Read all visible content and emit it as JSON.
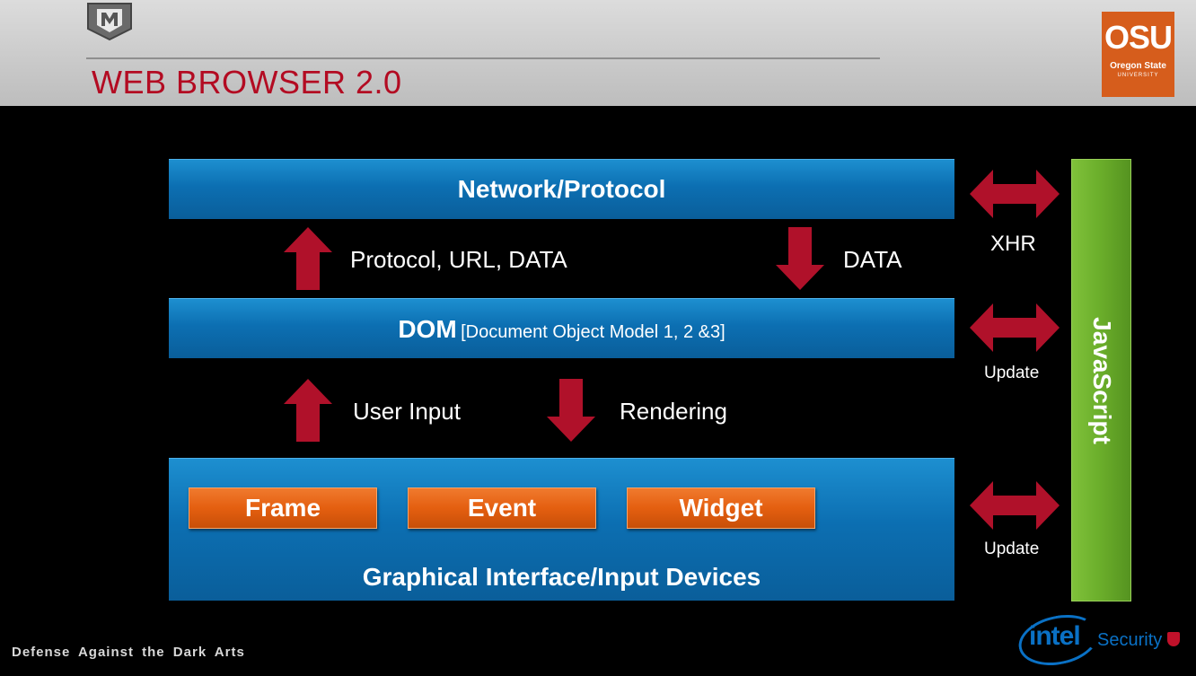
{
  "slide": {
    "title": "WEB BROWSER 2.0",
    "footer": "Defense Against the Dark Arts"
  },
  "logos": {
    "university": {
      "name": "OSU",
      "line1": "Oregon State",
      "line2": "UNIVERSITY"
    },
    "vendor": {
      "word": "intel",
      "product": "Security"
    }
  },
  "diagram": {
    "network_layer": "Network/Protocol",
    "dom_layer": {
      "title": "DOM",
      "subtitle": "[Document Object Model 1, 2 &3]"
    },
    "gui_layer": {
      "title": "Graphical Interface/Input Devices",
      "components": [
        "Frame",
        "Event",
        "Widget"
      ]
    },
    "flows": {
      "up_to_network": "Protocol, URL, DATA",
      "down_from_network": "DATA",
      "up_to_dom": "User Input",
      "down_from_dom": "Rendering"
    },
    "javascript": {
      "label": "JavaScript",
      "links": [
        "XHR",
        "Update",
        "Update"
      ]
    }
  },
  "colors": {
    "title_red": "#b30b22",
    "layer_blue": "#0c6fb2",
    "component_orange": "#e45f10",
    "javascript_green": "#6aad2a",
    "arrow_red": "#b0112a",
    "osu_orange": "#d65d1c",
    "intel_blue": "#0a71c5"
  }
}
